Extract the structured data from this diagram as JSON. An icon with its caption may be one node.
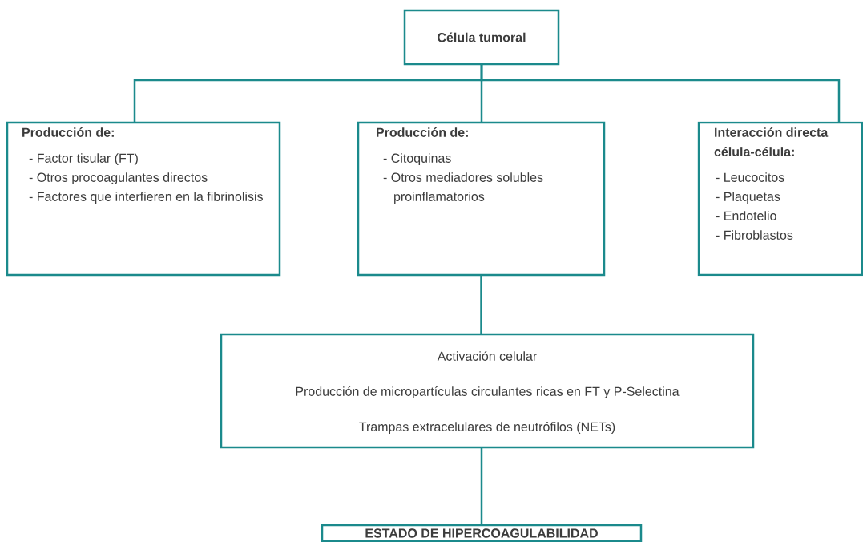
{
  "diagram": {
    "nodes": [
      {
        "text": [
          "Célula tumoral"
        ]
      },
      {
        "text": [
          "Producción de:",
          "- Factor tisular (FT)",
          "- Otros procoagulantes directos",
          "- Factores que interfieren en la fibrinolisis"
        ]
      },
      {
        "text": [
          "Producción de:",
          "- Citoquinas",
          "- Otros mediadores solubles proinflamatorios"
        ]
      },
      {
        "text": [
          "Interacción directa célula-célula:",
          "- Leucocitos",
          "- Plaquetas",
          "- Endotelio",
          "- Fibroblastos"
        ]
      },
      {
        "text": [
          "Activación celular",
          "Producción de micropartículas circulantes ricas en FT y P-Selectina",
          "Trampas extracelulares de neutrófilos (NETs)"
        ]
      },
      {
        "text": [
          "ESTADO DE HIPERCOAGULABILIDAD"
        ]
      }
    ],
    "edges": [
      {
        "from": 0,
        "to": 1,
        "arrow": "none"
      },
      {
        "from": 0,
        "to": 2,
        "arrow": "none"
      },
      {
        "from": 0,
        "to": 3,
        "arrow": "none"
      },
      {
        "from": 2,
        "to": 4,
        "arrow": "none"
      },
      {
        "from": 4,
        "to": 5,
        "arrow": "none"
      }
    ]
  }
}
